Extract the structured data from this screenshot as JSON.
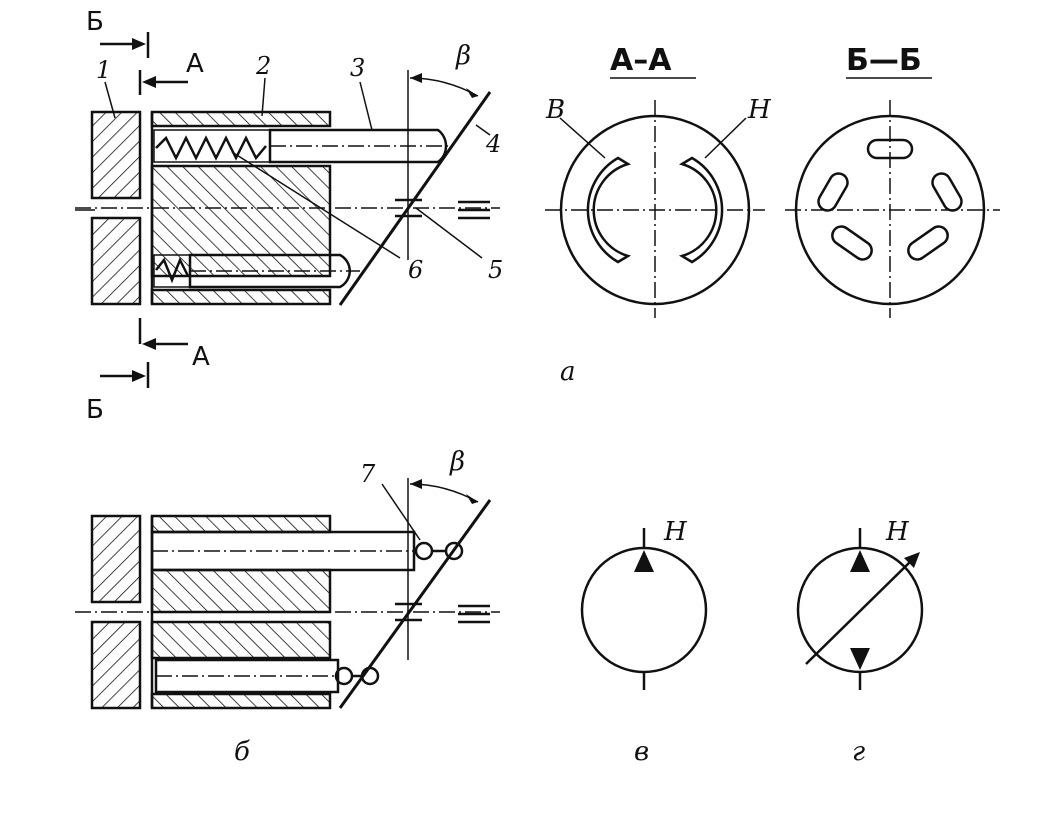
{
  "section_marks": {
    "b_top": "Б",
    "a_top": "А",
    "a_bottom": "А",
    "b_bottom": "Б"
  },
  "part_numbers": [
    "1",
    "2",
    "3",
    "4",
    "5",
    "6",
    "7"
  ],
  "angle_labels": {
    "top": "β",
    "bottom": "β"
  },
  "section_titles": {
    "aa": "А–А",
    "bb": "Б—Б"
  },
  "port_labels": {
    "in": "В",
    "out": "Н"
  },
  "symbol_labels": {
    "fixed": "Н",
    "variable": "Н"
  },
  "sub_captions": {
    "a": "а",
    "b": "б",
    "v": "в",
    "g": "г"
  }
}
